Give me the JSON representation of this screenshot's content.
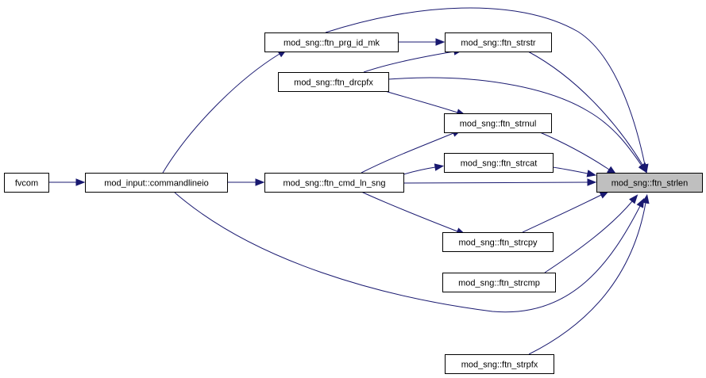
{
  "graph": {
    "colors": {
      "edge": "#191970",
      "node_border": "#000000",
      "node_fill": "#ffffff",
      "highlight_fill": "#bfbfbf"
    },
    "nodes": {
      "fvcom": {
        "label": "fvcom"
      },
      "commandlineio": {
        "label": "mod_input::commandlineio"
      },
      "ftn_prg_id_mk": {
        "label": "mod_sng::ftn_prg_id_mk"
      },
      "ftn_drcpfx": {
        "label": "mod_sng::ftn_drcpfx"
      },
      "ftn_cmd_ln_sng": {
        "label": "mod_sng::ftn_cmd_ln_sng"
      },
      "ftn_strstr": {
        "label": "mod_sng::ftn_strstr"
      },
      "ftn_strnul": {
        "label": "mod_sng::ftn_strnul"
      },
      "ftn_strcat": {
        "label": "mod_sng::ftn_strcat"
      },
      "ftn_strcpy": {
        "label": "mod_sng::ftn_strcpy"
      },
      "ftn_strcmp": {
        "label": "mod_sng::ftn_strcmp"
      },
      "ftn_strpfx": {
        "label": "mod_sng::ftn_strpfx"
      },
      "ftn_strlen": {
        "label": "mod_sng::ftn_strlen",
        "highlighted": true
      }
    },
    "edges": [
      {
        "from": "fvcom",
        "to": "commandlineio"
      },
      {
        "from": "commandlineio",
        "to": "ftn_prg_id_mk"
      },
      {
        "from": "commandlineio",
        "to": "ftn_cmd_ln_sng"
      },
      {
        "from": "commandlineio",
        "to": "ftn_strlen"
      },
      {
        "from": "ftn_prg_id_mk",
        "to": "ftn_strstr"
      },
      {
        "from": "ftn_prg_id_mk",
        "to": "ftn_strlen"
      },
      {
        "from": "ftn_drcpfx",
        "to": "ftn_strstr"
      },
      {
        "from": "ftn_drcpfx",
        "to": "ftn_strnul"
      },
      {
        "from": "ftn_drcpfx",
        "to": "ftn_strlen"
      },
      {
        "from": "ftn_cmd_ln_sng",
        "to": "ftn_strnul"
      },
      {
        "from": "ftn_cmd_ln_sng",
        "to": "ftn_strcat"
      },
      {
        "from": "ftn_cmd_ln_sng",
        "to": "ftn_strlen"
      },
      {
        "from": "ftn_cmd_ln_sng",
        "to": "ftn_strcpy"
      },
      {
        "from": "ftn_strstr",
        "to": "ftn_strlen"
      },
      {
        "from": "ftn_strnul",
        "to": "ftn_strlen"
      },
      {
        "from": "ftn_strcat",
        "to": "ftn_strlen"
      },
      {
        "from": "ftn_strcpy",
        "to": "ftn_strlen"
      },
      {
        "from": "ftn_strcmp",
        "to": "ftn_strlen"
      },
      {
        "from": "ftn_strpfx",
        "to": "ftn_strlen"
      }
    ]
  }
}
